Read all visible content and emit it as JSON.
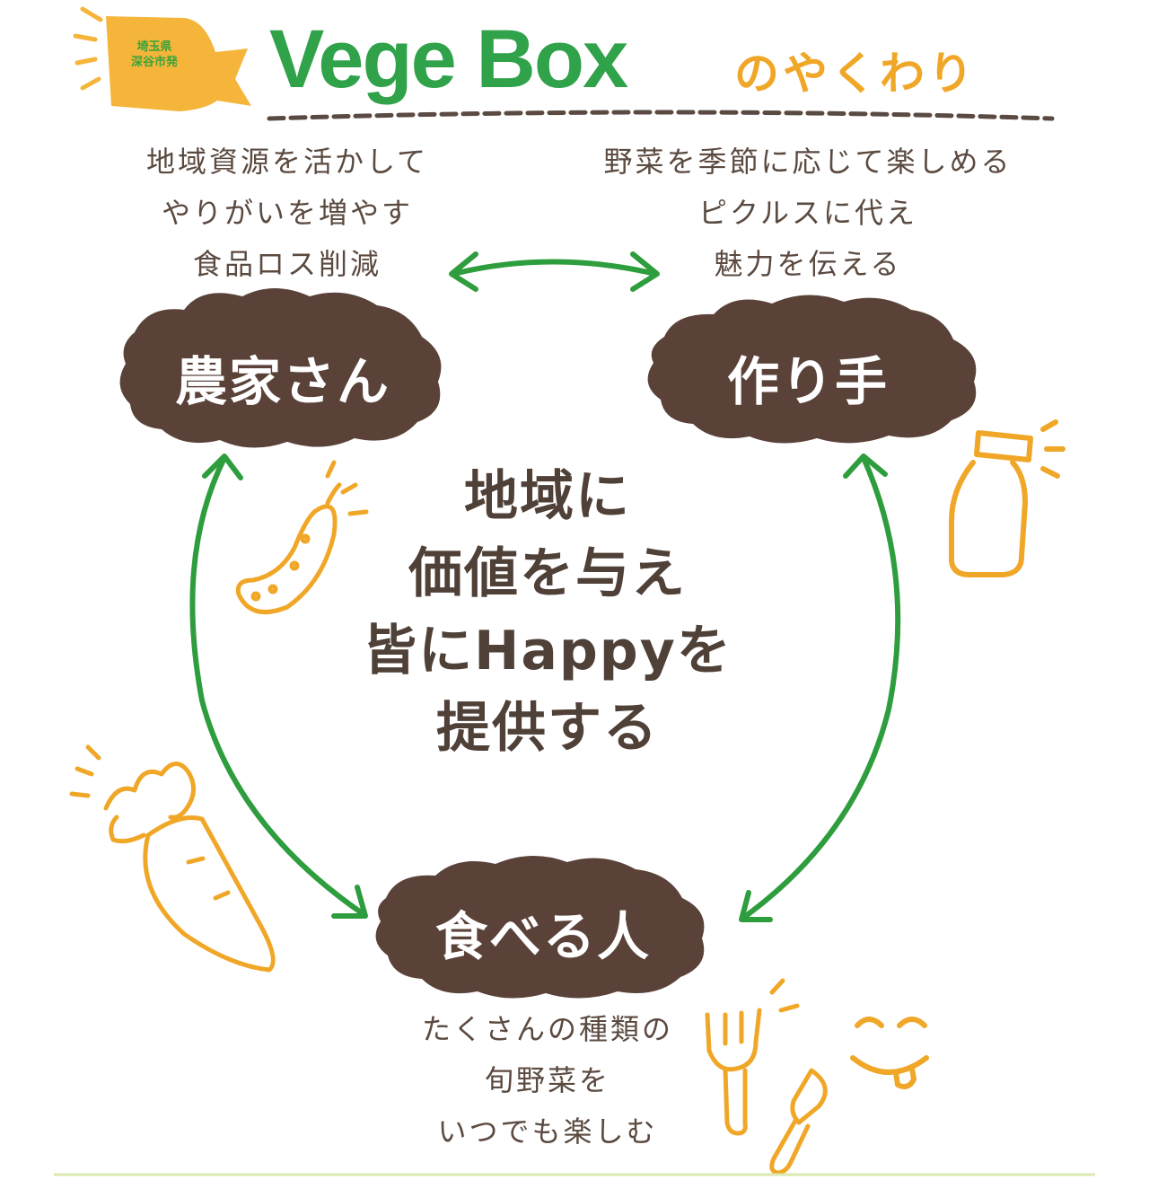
{
  "header": {
    "fish_badge": [
      "埼玉県",
      "深谷市発"
    ],
    "title_main": "Vege Box",
    "title_sub": "のやくわり"
  },
  "roles": {
    "farmer": {
      "label": "農家さん",
      "desc": [
        "地域資源を活かして",
        "やりがいを増やす",
        "食品ロス削減"
      ]
    },
    "maker": {
      "label": "作り手",
      "desc": [
        "野菜を季節に応じて楽しめる",
        "ピクルスに代え",
        "魅力を伝える"
      ]
    },
    "eater": {
      "label": "食べる人",
      "desc": [
        "たくさんの種類の",
        "旬野菜を",
        "いつでも楽しむ"
      ]
    }
  },
  "center_message": [
    "地域に",
    "価値を与え",
    "皆にHappyを",
    "提供する"
  ],
  "colors": {
    "title_green": "#2fa24a",
    "accent_orange": "#f0a728",
    "soil_brown": "#5a4239",
    "arrow_green": "#2e9d3e",
    "text_brown": "#5b4a40"
  },
  "icons": [
    "fish-flag-icon",
    "pickle-icon",
    "jar-icon",
    "carrot-icon",
    "fork-icon",
    "knife-icon",
    "smile-icon"
  ]
}
